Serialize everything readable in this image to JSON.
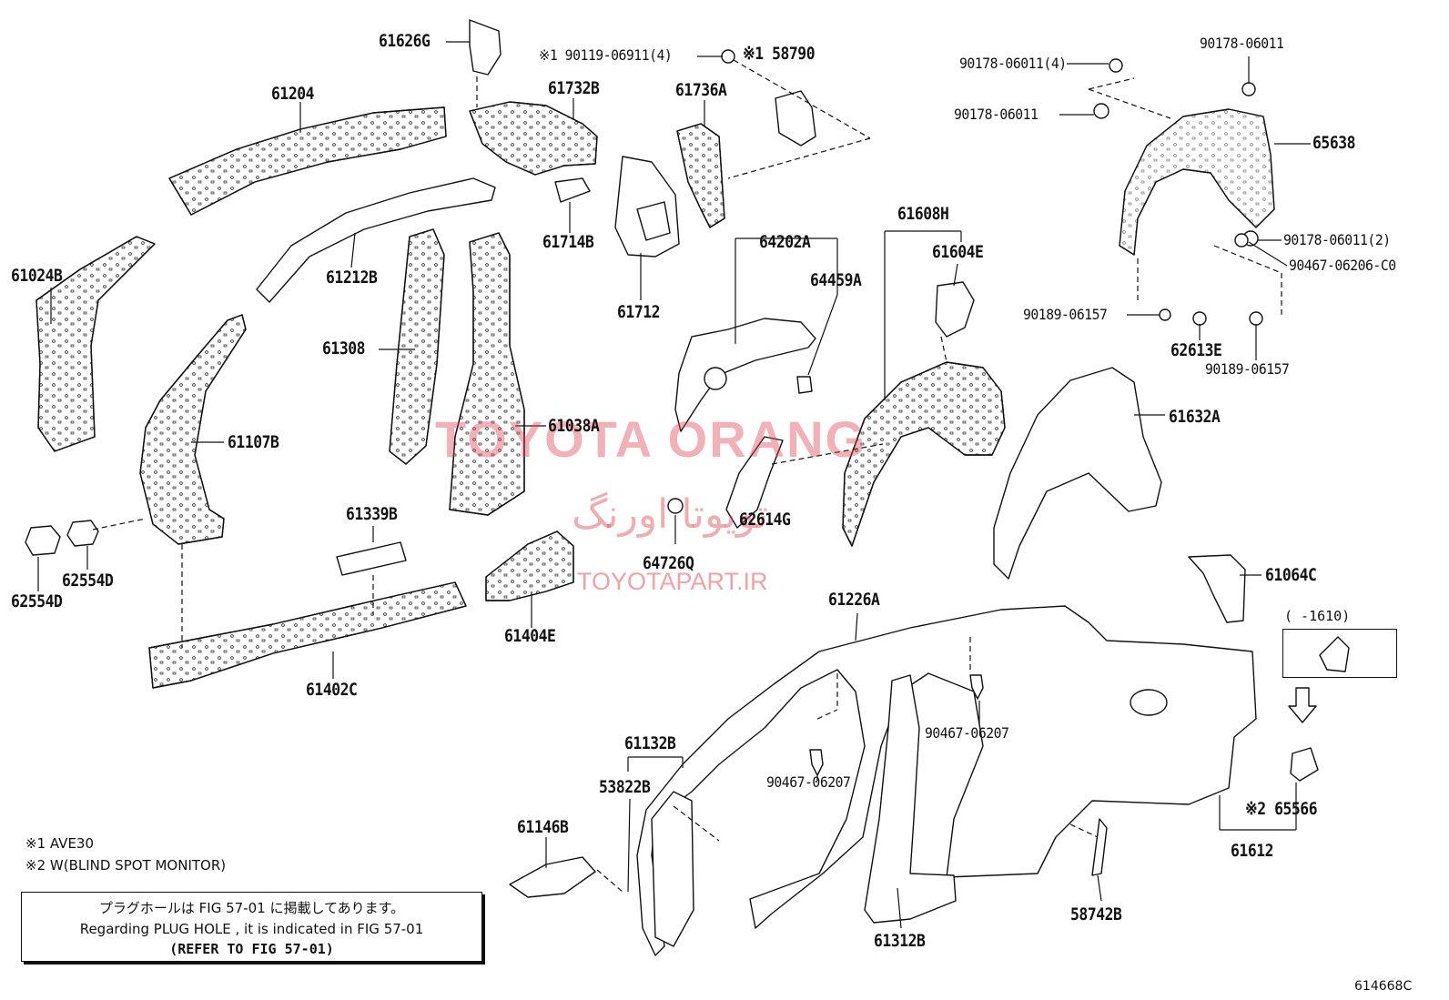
{
  "parts": {
    "p61626G": "61626G",
    "p61204": "61204",
    "p61024B": "61024B",
    "p61212B": "61212B",
    "p61308": "61308",
    "p61107B": "61107B",
    "p61038A": "61038A",
    "p62554D_a": "62554D",
    "p62554D_b": "62554D",
    "p61339B": "61339B",
    "p61402C": "61402C",
    "p61404E": "61404E",
    "p90119": "※1 90119-06911(4)",
    "p58790": "※1 58790",
    "p61732B": "61732B",
    "p61736A": "61736A",
    "p61714B": "61714B",
    "p61712": "61712",
    "p64202A": "64202A",
    "p64459A": "64459A",
    "p61608H": "61608H",
    "p61604E": "61604E",
    "p62614G": "62614G",
    "p64726Q": "64726Q",
    "p61632A": "61632A",
    "p90178_4": "90178-06011(4)",
    "p90178_top": "90178-06011",
    "p90178_mid": "90178-06011",
    "p65638": "65638",
    "p90178_2": "90178-06011(2)",
    "p90467_C0": "90467-06206-C0",
    "p90189_a": "90189-06157",
    "p62613E": "62613E",
    "p90189_b": "90189-06157",
    "p61064C": "61064C",
    "p61226A": "61226A",
    "p90467_a": "90467-06207",
    "p90467_b": "90467-06207",
    "p61132B": "61132B",
    "p53822B": "53822B",
    "p61146B": "61146B",
    "p61312B": "61312B",
    "p58742B": "58742B",
    "p65566": "※2 65566",
    "p61612": "61612"
  },
  "inset_label": "(     -1610)",
  "notes": {
    "n1": "※1 AVE30",
    "n2": "※2 W(BLIND SPOT MONITOR)"
  },
  "refbox": {
    "line1": "プラグホールは FIG 57-01 に掲載してあります。",
    "line2": "Regarding  PLUG  HOLE , it is indicated in FIG  57-01",
    "line3": "(REFER TO FIG 57-01)"
  },
  "figure_code": "614668C",
  "watermark": {
    "brand": "TOYOTA ORANG",
    "persian": "تویوتا اورنگ",
    "site": "TOYOTAPART.IR"
  }
}
